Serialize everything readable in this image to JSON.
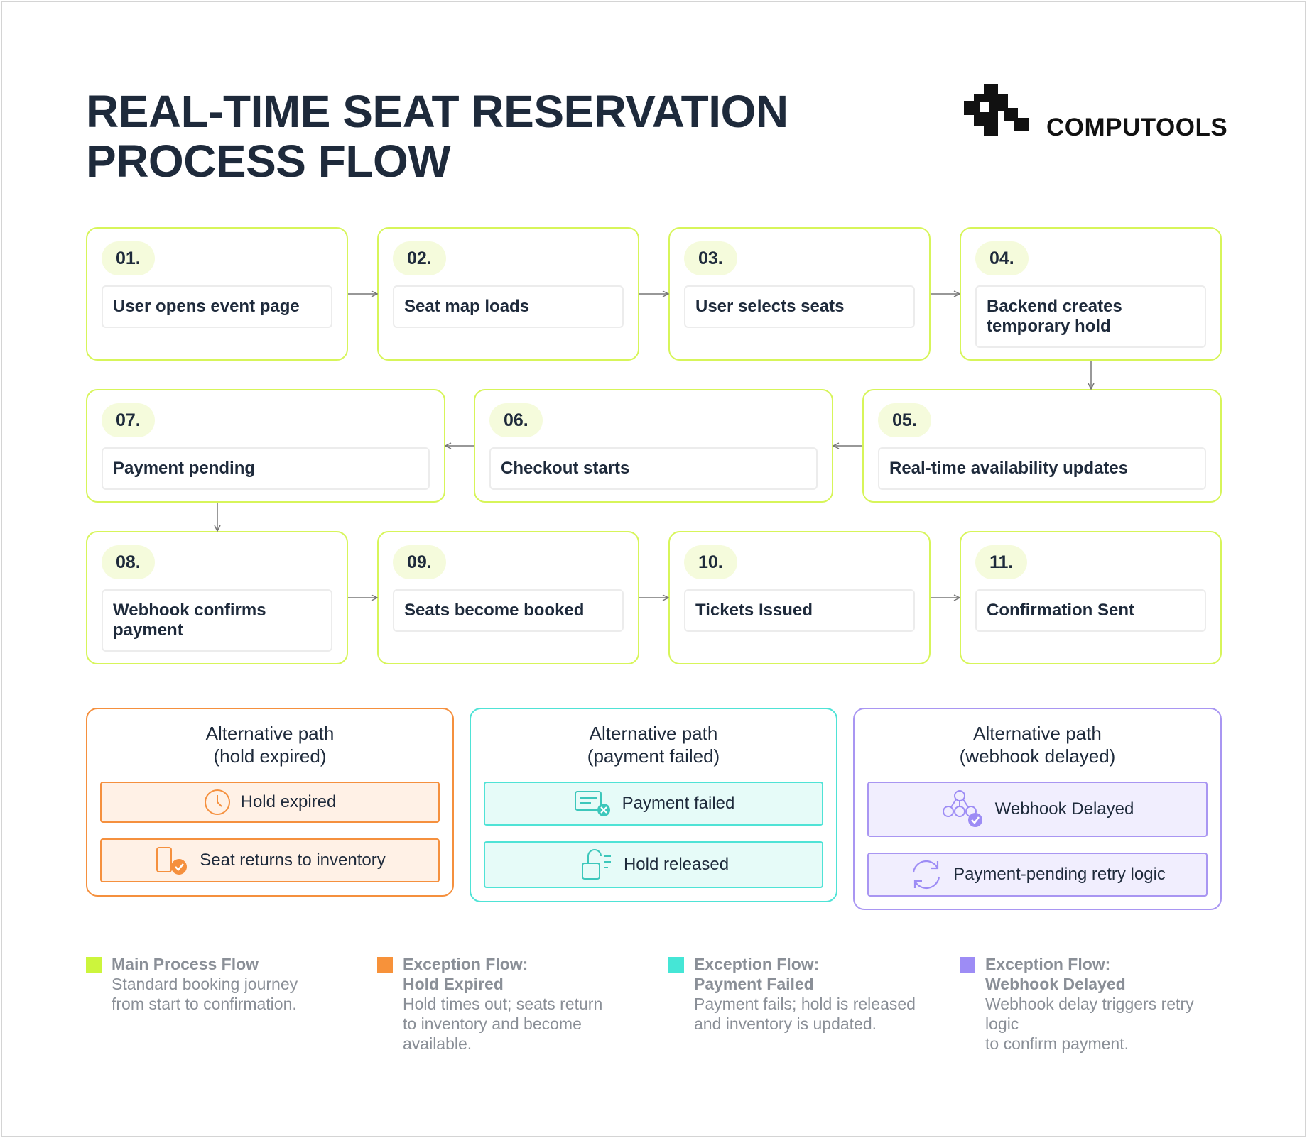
{
  "title": "REAL-TIME SEAT RESERVATION PROCESS FLOW",
  "logo": {
    "text": "COMPUTOOLS"
  },
  "steps": [
    {
      "num": "01.",
      "label": "User opens event page"
    },
    {
      "num": "02.",
      "label": "Seat map loads"
    },
    {
      "num": "03.",
      "label": "User selects seats"
    },
    {
      "num": "04.",
      "label": "Backend creates temporary hold"
    },
    {
      "num": "05.",
      "label": "Real-time availability updates"
    },
    {
      "num": "06.",
      "label": "Checkout starts"
    },
    {
      "num": "07.",
      "label": "Payment pending"
    },
    {
      "num": "08.",
      "label": "Webhook confirms payment"
    },
    {
      "num": "09.",
      "label": "Seats become booked"
    },
    {
      "num": "10.",
      "label": "Tickets Issued"
    },
    {
      "num": "11.",
      "label": "Confirmation Sent"
    }
  ],
  "alternatives": [
    {
      "title_line1": "Alternative path",
      "title_line2": "(hold expired)",
      "items": [
        {
          "label": "Hold expired",
          "icon": "clock-icon"
        },
        {
          "label": "Seat returns to inventory",
          "icon": "seat-check-icon"
        }
      ]
    },
    {
      "title_line1": "Alternative path",
      "title_line2": "(payment failed)",
      "items": [
        {
          "label": "Payment failed",
          "icon": "card-failed-icon"
        },
        {
          "label": "Hold released",
          "icon": "unlock-icon"
        }
      ]
    },
    {
      "title_line1": "Alternative path",
      "title_line2": "(webhook delayed)",
      "items": [
        {
          "label": "Webhook Delayed",
          "icon": "webhook-icon"
        },
        {
          "label": "Payment-pending retry logic",
          "icon": "retry-icon"
        }
      ]
    }
  ],
  "legend": [
    {
      "head": "Main Process Flow",
      "desc": "Standard booking journey\nfrom start to confirmation.",
      "color": "#ccf53c"
    },
    {
      "head": "Exception Flow:\nHold Expired",
      "desc": "Hold times out; seats return\nto inventory and become\navailable.",
      "color": "#f7923a"
    },
    {
      "head": "Exception Flow:\nPayment Failed",
      "desc": "Payment fails; hold is released\nand inventory is updated.",
      "color": "#45e6d6"
    },
    {
      "head": "Exception Flow:\nWebhook Delayed",
      "desc": "Webhook delay triggers retry\nlogic\nto confirm payment.",
      "color": "#9d8cf5"
    }
  ],
  "colors": {
    "main": "#d7f55a",
    "orange": "#f5903e",
    "teal": "#4fe3d6",
    "purple": "#a996f2"
  }
}
